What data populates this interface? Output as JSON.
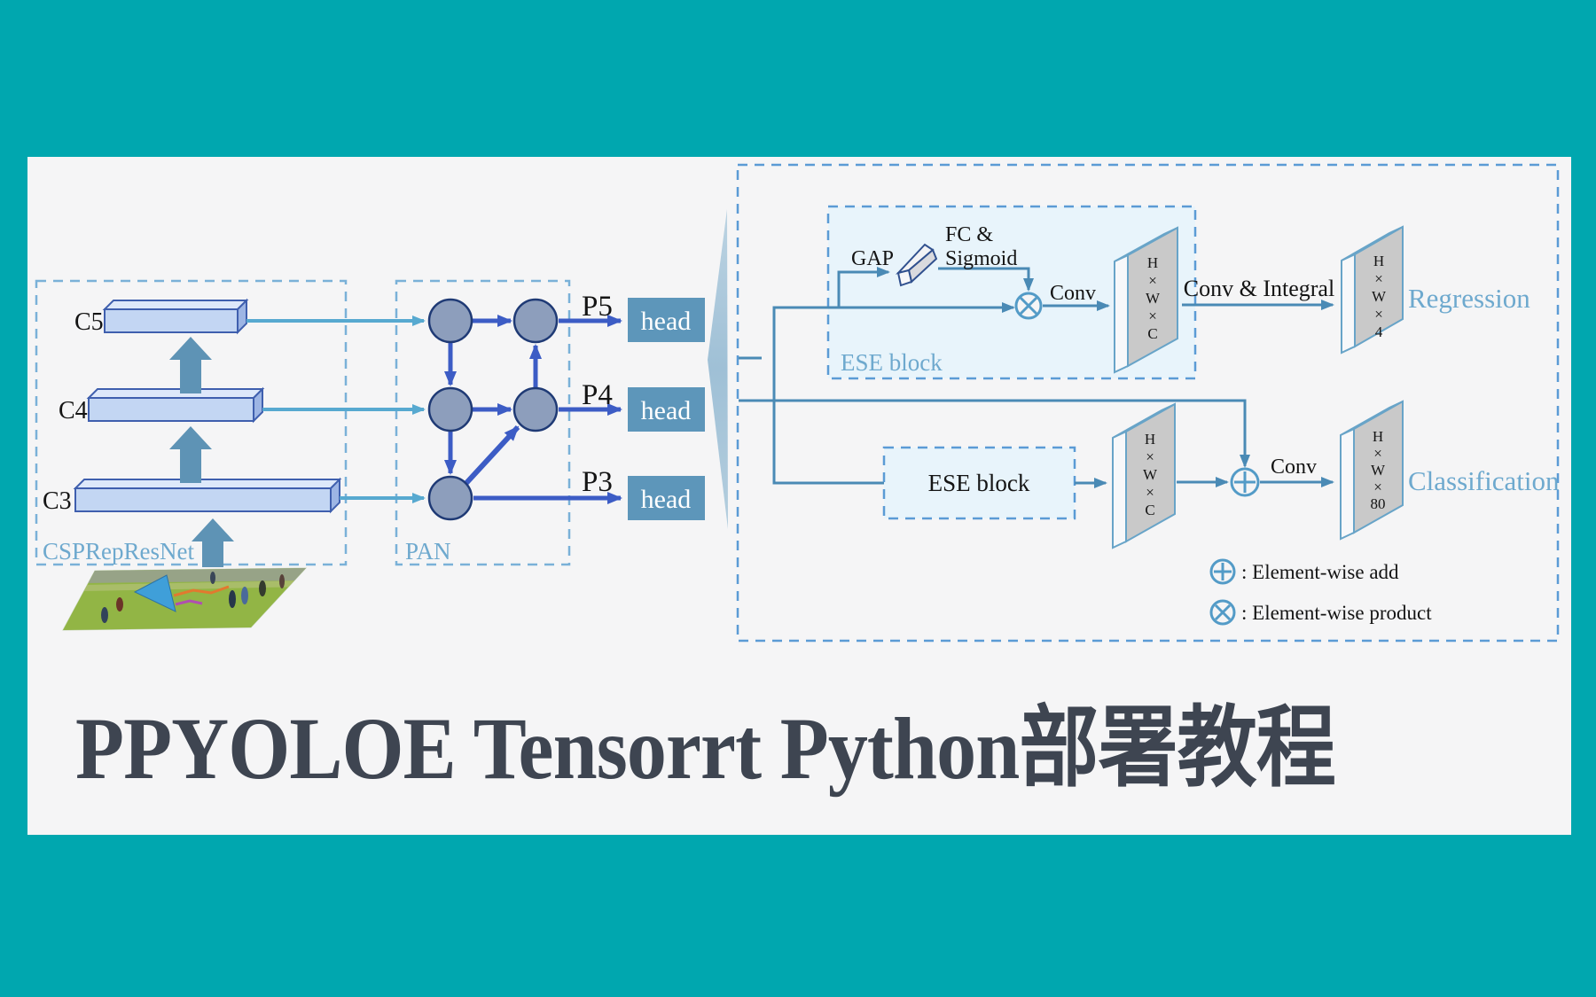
{
  "title": {
    "text": "PPYOLOE Tensorrt Python部署教程"
  },
  "colors": {
    "background_teal": "#00a7af",
    "panel_gray": "#f5f5f6",
    "dashed_border_blue": "#5b9bd5",
    "royal_arrow_blue": "#3c5cc5",
    "light_arrow_blue": "#57a9d0",
    "steel_line_blue": "#4a8ab5",
    "node_fill": "#8d9ebc",
    "head_box_fill": "#5d96ba",
    "bar_fill": "#c3d6f3",
    "plate_face_gray": "#c9c9c9",
    "ese_fill": "#e8f4fb",
    "blue_label": "#6ea9ce",
    "title_color": "#3e4551"
  },
  "backbone": {
    "label": "CSPRepResNet",
    "bars": [
      {
        "name": "C5"
      },
      {
        "name": "C4"
      },
      {
        "name": "C3"
      }
    ]
  },
  "pan": {
    "label": "PAN"
  },
  "pyramid": {
    "p5": "P5",
    "p4": "P4",
    "p3": "P3",
    "head": "head"
  },
  "detail": {
    "ese_top_label": "ESE block",
    "gap_label": "GAP",
    "fc_line1": "FC &",
    "fc_line2": "Sigmoid",
    "conv_top": "Conv",
    "conv_integral": "Conv & Integral",
    "regression_label": "Regression",
    "ese_bottom_label": "ESE block",
    "conv_bottom": "Conv",
    "classification_label": "Classification",
    "plates": {
      "p1": {
        "l1": "H",
        "l2": "×",
        "l3": "W",
        "l4": "×",
        "l5": "C"
      },
      "p2": {
        "l1": "H",
        "l2": "×",
        "l3": "W",
        "l4": "×",
        "l5": "4"
      },
      "p3": {
        "l1": "H",
        "l2": "×",
        "l3": "W",
        "l4": "×",
        "l5": "C"
      },
      "p4": {
        "l1": "H",
        "l2": "×",
        "l3": "W",
        "l4": "×",
        "l5": "80"
      }
    },
    "legend": {
      "add": ": Element-wise add",
      "product": ": Element-wise product"
    }
  }
}
